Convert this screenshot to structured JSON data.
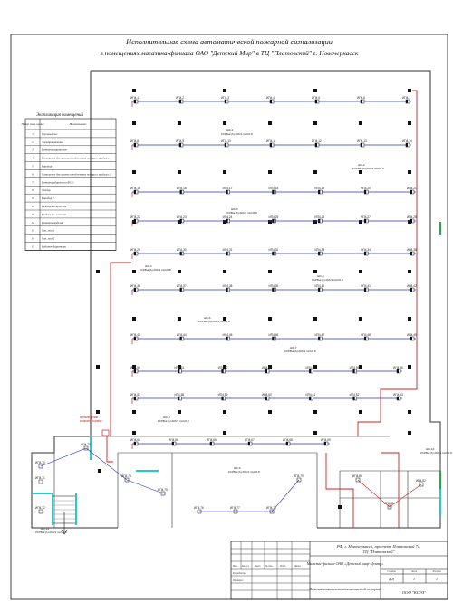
{
  "title": {
    "line1": "Исполнительная схема автоматической пожарной сигнализации",
    "line2": "в помещениях магазина-филиала ОАО \"Детский Мир\" в ТЦ \"Платовский\" г. Новочеркасск"
  },
  "legend": {
    "title": "Экспликация помещений",
    "col_num": "Номер поме-щения",
    "col_name": "Наименование",
    "rows": [
      {
        "n": "1",
        "name": "Торговый зал"
      },
      {
        "n": "2",
        "name": "Электрощитовая"
      },
      {
        "n": "3",
        "name": "Комната охранников"
      },
      {
        "n": "4",
        "name": "Помещение для приема и подготовки товара к продаже 1"
      },
      {
        "n": "5",
        "name": "Коридор 1"
      },
      {
        "n": "6",
        "name": "Помещение для приема и подготовки товара к продаже 2"
      },
      {
        "n": "7",
        "name": "Комната уборочного ФСО"
      },
      {
        "n": "8",
        "name": "Тамбур"
      },
      {
        "n": "9",
        "name": "Коридор 2"
      },
      {
        "n": "10",
        "name": "Раздевалка мужская"
      },
      {
        "n": "11",
        "name": "Раздевалка женская"
      },
      {
        "n": "12",
        "name": "Комната отдыха"
      },
      {
        "n": "13",
        "name": "Сан. узел 1"
      },
      {
        "n": "14",
        "name": "Сан. узел 2"
      },
      {
        "n": "15",
        "name": "Кабинет директора"
      }
    ]
  },
  "loop_labels": [
    {
      "code": "ШС-1",
      "cable": "КСРВнг(А)-FRLS 1х2х0,8"
    },
    {
      "code": "ШС-2",
      "cable": "КСРВнг(А)-FRLS 1х2х0,8"
    },
    {
      "code": "ШС-3",
      "cable": "КСРВнг(А)-FRLS 1х2х0,8"
    },
    {
      "code": "ШС-4",
      "cable": "КСРВнг(А)-FRLS 1х2х0,8"
    },
    {
      "code": "ШС-5",
      "cable": "КСРВнг(А)-FRLS 1х2х0,8"
    },
    {
      "code": "ШС-6",
      "cable": "КСРВнг(А)-FRLS 1х2х0,8"
    },
    {
      "code": "ШС-7",
      "cable": "КСРВнг(А)-FRLS 1х2х0,8"
    },
    {
      "code": "ШС-8",
      "cable": "КСРВнг(А)-FRLS 1х2х0,8"
    },
    {
      "code": "ШС-9",
      "cable": "КСРВнг(А)-FRLS 1х2х0,8"
    },
    {
      "code": "ШС-10",
      "cable": "КСРВнг(А)-FRLS 1х2х0,8"
    },
    {
      "code": "ШС-11",
      "cable": "КСРВнг(А)-FRLS 1х2х0,8"
    }
  ],
  "device_prefix": "ИП4.",
  "panel_note": {
    "line1": "В помещении",
    "line2": "комнаты охраны"
  },
  "stamp": {
    "address_line1": "РФ, г. Новочеркасск, проспект Платовский 71,",
    "address_line2": "ТЦ \"Платовский\"",
    "object": "Магазин-филиал ОАО «Детский мир-Центр»",
    "sheet_desc": "Исполнительная схема автоматической пожарной",
    "col_stage": "Стадия",
    "col_sheet": "Лист",
    "col_sheets": "Листов",
    "stage": "ИД",
    "sheet": "1",
    "sheets": "1",
    "org": "ООО \"КСЭЗ\"",
    "roles": [
      "Изм.",
      "Кол.уч.",
      "Лист",
      "№ док.",
      "Подп.",
      "Дата"
    ],
    "person_rows": [
      "Разработал",
      "Проверил"
    ]
  },
  "colors": {
    "red": "#cc2222",
    "blue": "#2233cc",
    "cyan": "#22cccc",
    "green": "#22aa44",
    "black": "#111111"
  }
}
